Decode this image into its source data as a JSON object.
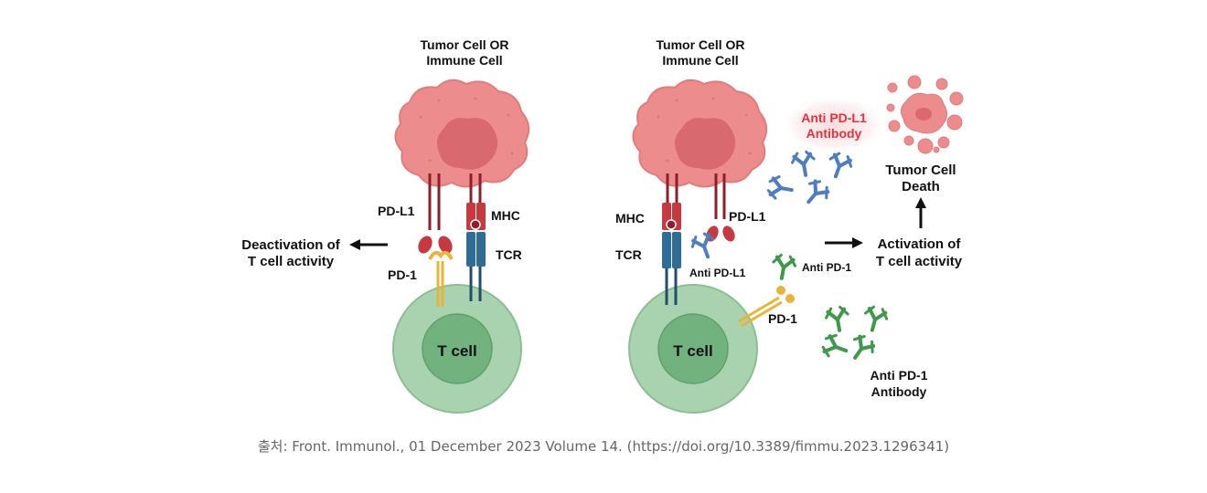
{
  "left_panel": {
    "title_line1": "Tumor Cell OR",
    "title_line2": "Immune Cell",
    "pdl1": "PD-L1",
    "mhc": "MHC",
    "tcr": "TCR",
    "pd1": "PD-1",
    "tcell": "T cell",
    "outcome_line1": "Deactivation of",
    "outcome_line2": "T cell activity"
  },
  "right_panel": {
    "title_line1": "Tumor Cell OR",
    "title_line2": "Immune Cell",
    "mhc": "MHC",
    "tcr": "TCR",
    "pdl1": "PD-L1",
    "anti_pdl1_small": "Anti PD-L1",
    "anti_pd1_small": "Anti PD-1",
    "pd1": "PD-1",
    "tcell": "T cell",
    "anti_pdl1_antibody_line1": "Anti PD-L1",
    "anti_pdl1_antibody_line2": "Antibody",
    "anti_pd1_antibody_line1": "Anti PD-1",
    "anti_pd1_antibody_line2": "Antibody",
    "tumor_death_line1": "Tumor Cell",
    "tumor_death_line2": "Death",
    "activation_line1": "Activation of",
    "activation_line2": "T cell activity"
  },
  "caption": "출처: Front. Immunol., 01 December 2023 Volume 14. (https://doi.org/10.3389/fimmu.2023.1296341)",
  "colors": {
    "tumor": "#EC8C8C",
    "tumor_nucleus": "#D86A6F",
    "tcell_outer": "#A9D3AE",
    "tcell_inner": "#72B27F",
    "pdl1": "#8E1F2A",
    "mhc": "#C8393F",
    "tcr": "#2E6E96",
    "pd1": "#E9B43A",
    "anti_pdl1": "#4E7EC0",
    "anti_pd1": "#3E9A4A",
    "highlight_text": "#E8303A"
  }
}
